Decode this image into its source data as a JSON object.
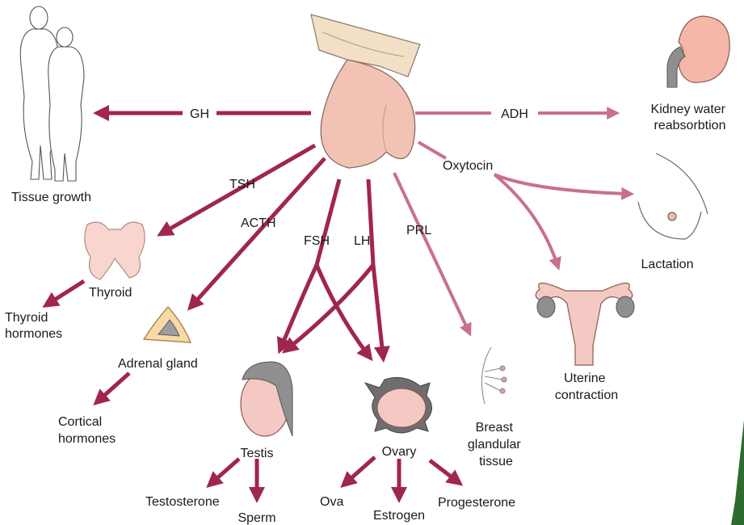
{
  "hormones": {
    "gh": "GH",
    "adh": "ADH",
    "tsh": "TSH",
    "acth": "ACTH",
    "fsh": "FSH",
    "lh": "LH",
    "prl": "PRL",
    "oxytocin": "Oxytocin"
  },
  "targets": {
    "tissue_growth": "Tissue growth",
    "kidney": [
      "Kidney water",
      "reabsorbtion"
    ],
    "thyroid": "Thyroid",
    "thyroid_hormones": [
      "Thyroid",
      "hormones"
    ],
    "adrenal": "Adrenal gland",
    "cortical": [
      "Cortical",
      "hormones"
    ],
    "testis": "Testis",
    "testosterone": "Testosterone",
    "sperm": "Sperm",
    "ovary": "Ovary",
    "ova": "Ova",
    "estrogen": "Estrogen",
    "progesterone": "Progesterone",
    "breast": [
      "Breast",
      "glandular",
      "tissue"
    ],
    "lactation": "Lactation",
    "uterine": [
      "Uterine",
      "contraction"
    ]
  },
  "colors": {
    "dark_arrow": "#a0264d",
    "light_arrow": "#c9708c",
    "pituitary": "#f2c2b4",
    "organ_pink": "#f4c9c4",
    "organ_gray": "#8f8f8f"
  }
}
